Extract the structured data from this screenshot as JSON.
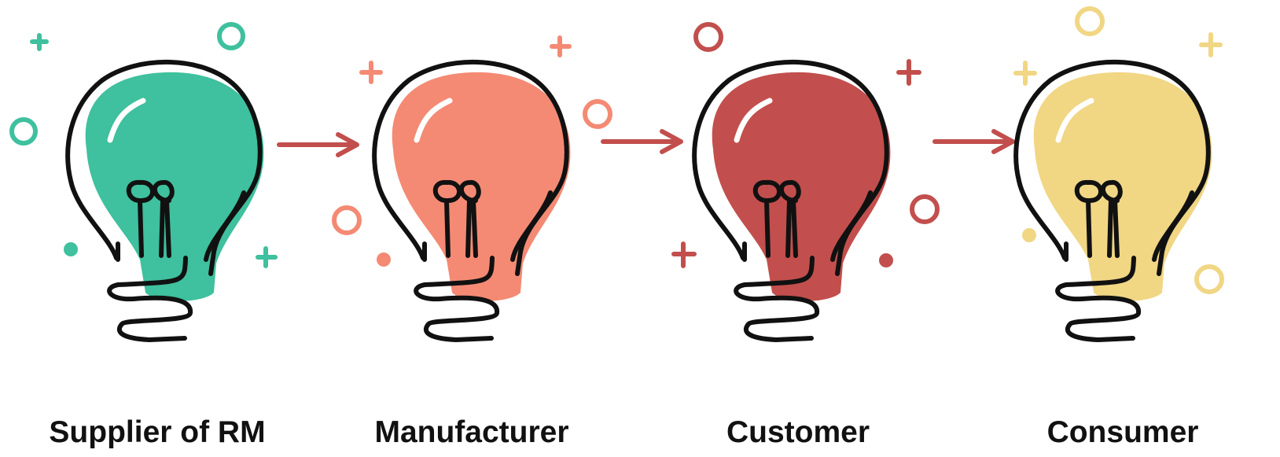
{
  "stages": [
    {
      "label": "Supplier of RM",
      "color": "#3fc09e"
    },
    {
      "label": "Manufacturer",
      "color": "#f48a74"
    },
    {
      "label": "Customer",
      "color": "#c24f4d"
    },
    {
      "label": "Consumer",
      "color": "#f1d684"
    }
  ],
  "arrow_color": "#c24f4d",
  "outline_color": "#111111"
}
